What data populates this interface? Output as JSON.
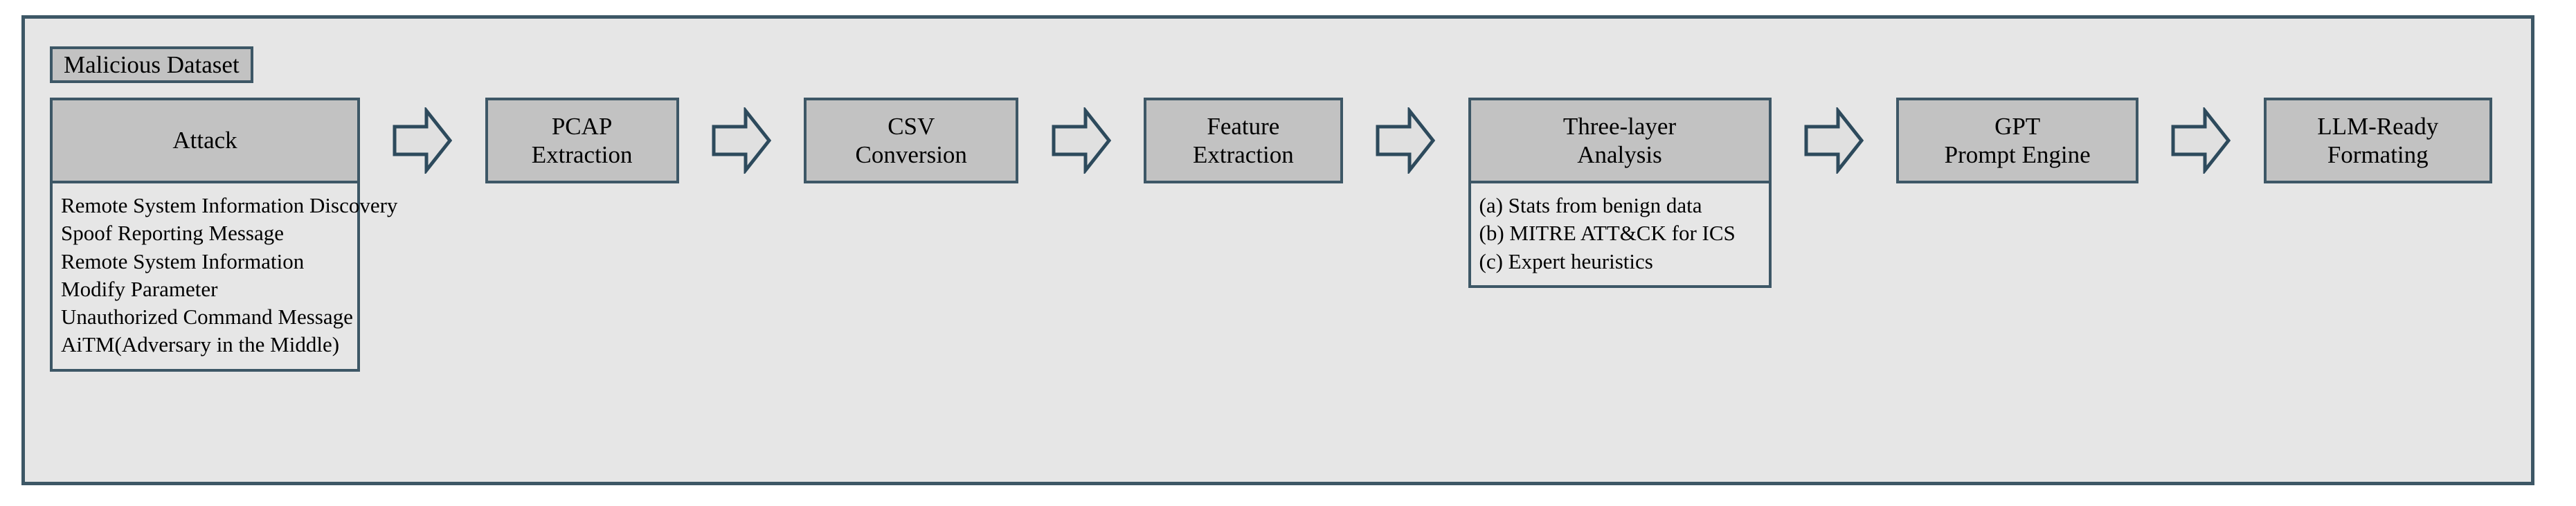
{
  "diagram": {
    "title_tag": "Malicious Dataset",
    "colors": {
      "container_fill": "#e6e6e6",
      "stage_fill": "#c2c2c2",
      "border": "#3d5766",
      "text": "#000000"
    },
    "arrow_icon": "right-block-arrow-icon",
    "stages": [
      {
        "id": "attack",
        "label": "Attack",
        "details": [
          "Remote System Information Discovery",
          "Spoof Reporting Message",
          "Remote System Information",
          "Modify Parameter",
          "Unauthorized Command Message",
          "AiTM(Adversary in the Middle)"
        ]
      },
      {
        "id": "pcap-extraction",
        "label": "PCAP\nExtraction",
        "line1": "PCAP",
        "line2": "Extraction",
        "details": []
      },
      {
        "id": "csv-conversion",
        "line1": "CSV",
        "line2": "Conversion",
        "details": []
      },
      {
        "id": "feature-extraction",
        "line1": "Feature",
        "line2": "Extraction",
        "details": []
      },
      {
        "id": "three-layer-analysis",
        "line1": "Three-layer",
        "line2": "Analysis",
        "details": [
          "(a) Stats from benign data",
          "(b) MITRE ATT&CK for ICS",
          "(c) Expert heuristics"
        ]
      },
      {
        "id": "gpt-prompt-engine",
        "line1": "GPT",
        "line2": "Prompt Engine",
        "details": []
      },
      {
        "id": "llm-ready-formating",
        "line1": "LLM-Ready",
        "line2": "Formating",
        "details": []
      }
    ]
  }
}
